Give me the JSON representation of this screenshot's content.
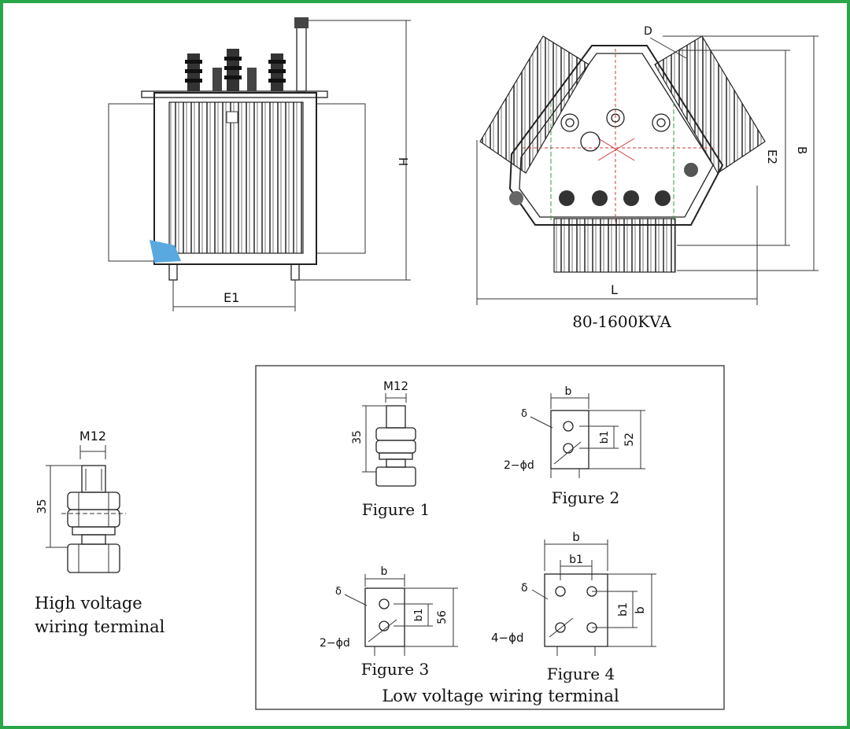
{
  "colors": {
    "border": "#2aa64a",
    "accent_blue": "#5aa8e0"
  },
  "top_right": {
    "caption": "80-1600KVA",
    "labels": {
      "L": "L",
      "E2": "E2",
      "B": "B",
      "D": "D"
    }
  },
  "top_left": {
    "labels": {
      "H": "H",
      "E1": "E1"
    }
  },
  "high_voltage": {
    "thread": "M12",
    "height": "35",
    "caption_line1": "High voltage",
    "caption_line2": "wiring terminal"
  },
  "low_voltage": {
    "caption": "Low voltage wiring terminal",
    "fig1": {
      "title": "Figure 1",
      "thread": "M12",
      "height": "35"
    },
    "fig2": {
      "title": "Figure 2",
      "b": "b",
      "delta": "δ",
      "b1": "b1",
      "h": "52",
      "holes": "2−ϕd"
    },
    "fig3": {
      "title": "Figure 3",
      "b": "b",
      "delta": "δ",
      "b1": "b1",
      "h": "56",
      "holes": "2−ϕd"
    },
    "fig4": {
      "title": "Figure 4",
      "b_top": "b",
      "b1_top": "b1",
      "delta": "δ",
      "b1_side": "b1",
      "b_side": "b",
      "holes": "4−ϕd"
    }
  }
}
